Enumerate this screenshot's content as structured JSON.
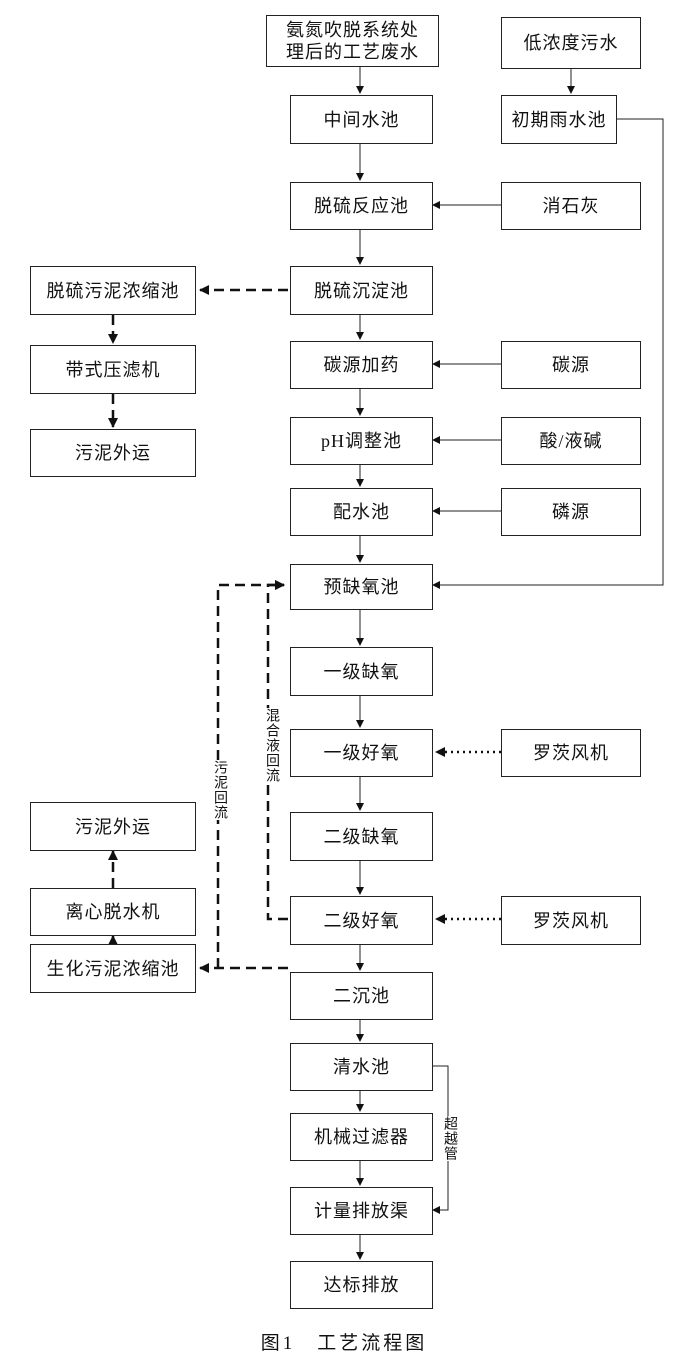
{
  "boxes": {
    "source": "氨氮吹脱系统处理后的工艺废水",
    "low_conc": "低浓度污水",
    "mid_pool": "中间水池",
    "rain_pool": "初期雨水池",
    "desulf_react": "脱硫反应池",
    "lime": "消石灰",
    "desulf_settle": "脱硫沉淀池",
    "desulf_sludge_thick": "脱硫污泥浓缩池",
    "belt_press": "带式压滤机",
    "sludge_out_1": "污泥外运",
    "carbon_dose": "碳源加药",
    "carbon_src": "碳源",
    "ph_pool": "pH调整池",
    "acid_alkali": "酸/液碱",
    "dist_pool": "配水池",
    "phos_src": "磷源",
    "pre_anoxic": "预缺氧池",
    "anoxic_1": "一级缺氧",
    "oxic_1": "一级好氧",
    "blower_1": "罗茨风机",
    "anoxic_2": "二级缺氧",
    "oxic_2": "二级好氧",
    "blower_2": "罗茨风机",
    "secondary_clarifier": "二沉池",
    "bio_sludge_thick": "生化污泥浓缩池",
    "centrifuge": "离心脱水机",
    "sludge_out_2": "污泥外运",
    "clear_pool": "清水池",
    "mech_filter": "机械过滤器",
    "meter_channel": "计量排放渠",
    "discharge": "达标排放"
  },
  "labels": {
    "mixed_liquor_return": "混合液回流",
    "sludge_return": "污泥回流",
    "bypass": "超越管"
  },
  "caption": "图1　工艺流程图"
}
